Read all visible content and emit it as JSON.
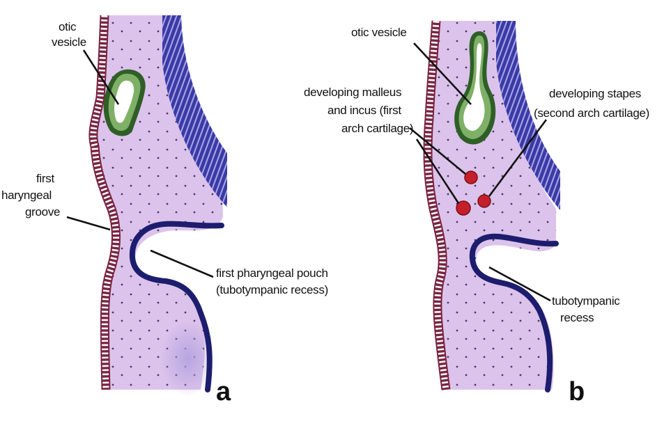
{
  "panel_a": {
    "letter": "a",
    "labels": {
      "otic_vesicle": [
        "otic",
        "vesicle"
      ],
      "pharyngeal_groove": [
        "first",
        "haryngeal",
        "groove"
      ],
      "pharyngeal_pouch": [
        "first pharyngeal pouch",
        "(tubotympanic recess)"
      ]
    }
  },
  "panel_b": {
    "letter": "b",
    "labels": {
      "otic_vesicle": [
        "otic vesicle"
      ],
      "malleus_incus": [
        "developing malleus",
        "and incus (first",
        "arch cartilage)"
      ],
      "stapes": [
        "developing stapes",
        "(second arch cartilage)"
      ],
      "tubotympanic_recess": [
        "tubotympanic",
        "recess"
      ]
    }
  },
  "colors": {
    "mesenchyme": "#dcc3ec",
    "mesenchyme_dot": "#4a3b66",
    "ectoderm": "#7a2440",
    "neural_tube": "#3b3aa6",
    "otic_epithelium": "#2f5f27",
    "otic_fill": "#7fb067",
    "endoderm": "#1d1d6e",
    "cartilage": "#c4202c"
  }
}
